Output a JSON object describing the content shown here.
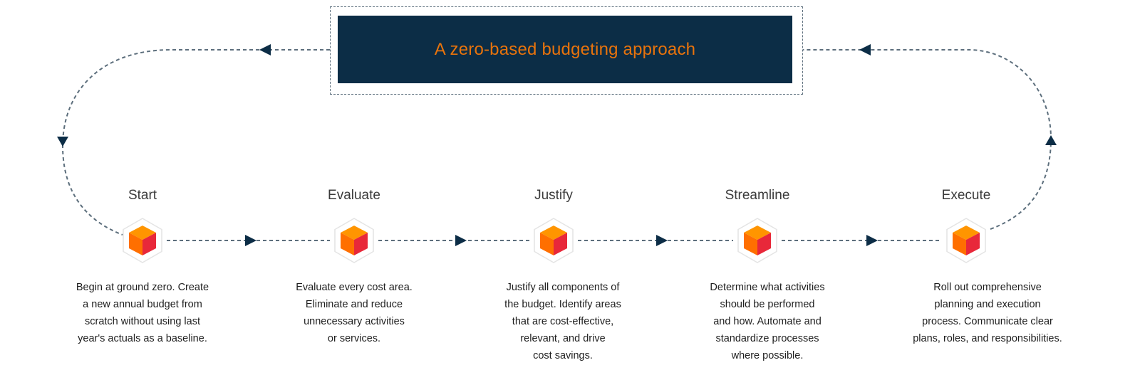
{
  "title": "A zero-based budgeting approach",
  "colors": {
    "title_bg": "#0c2d46",
    "title_text": "#e8730c",
    "arrow": "#0c2d46",
    "dash_line": "#5c6e7c",
    "cube_top": "#ff9500",
    "cube_left": "#ff6f00",
    "cube_right": "#e8283a"
  },
  "steps": [
    {
      "label": "Start",
      "icon": "cube-icon",
      "description": "Begin at ground zero. Create a new annual budget from scratch without using last year's actuals as a baseline.",
      "lines": [
        "Begin at ground zero. Create",
        "a new annual budget from",
        "scratch without using last",
        "year's actuals as a baseline."
      ]
    },
    {
      "label": "Evaluate",
      "icon": "cube-icon",
      "description": "Evaluate every cost area. Eliminate and reduce unnecessary activities or services.",
      "lines": [
        "Evaluate every cost area.",
        "Eliminate and reduce",
        "unnecessary activities",
        "or services."
      ]
    },
    {
      "label": "Justify",
      "icon": "cube-icon",
      "description": "Justify all components of the budget. Identify areas that are cost-effective, relevant, and drive cost savings.",
      "lines": [
        "Justify all components of",
        "the budget. Identify areas",
        "that are cost-effective,",
        "relevant, and drive",
        "cost savings."
      ]
    },
    {
      "label": "Streamline",
      "icon": "cube-icon",
      "description": "Determine what activities should be performed and how. Automate and standardize processes where possible.",
      "lines": [
        "Determine what activities",
        "should be performed",
        "and how. Automate and",
        "standardize processes",
        "where possible."
      ]
    },
    {
      "label": "Execute",
      "icon": "cube-icon",
      "description": "Roll out comprehensive planning and execution process. Communicate clear plans, roles, and responsibilities.",
      "lines": [
        "Roll out comprehensive",
        "planning and execution",
        "process. Communicate clear",
        "plans, roles, and responsibilities."
      ]
    }
  ]
}
